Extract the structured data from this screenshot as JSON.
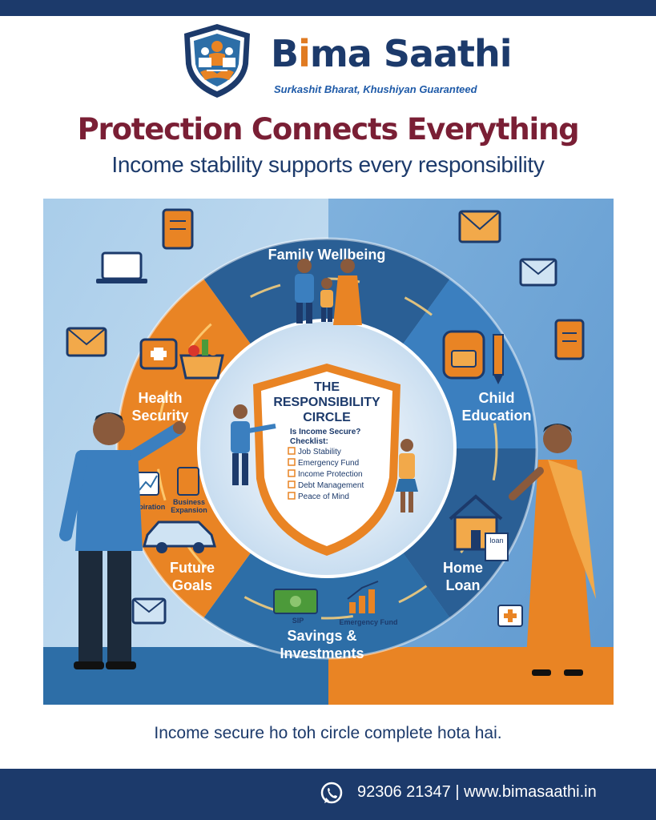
{
  "brand": {
    "name_part1": "B",
    "name_part2": "i",
    "name_part3": "ma Saathi",
    "tagline": "Surkashit Bharat, Khushiyan Guaranteed"
  },
  "header": {
    "title": "Protection Connects Everything",
    "subtitle": "Income stability supports every responsibility"
  },
  "circle": {
    "segments": {
      "family": "Family Wellbeing",
      "health_1": "Health",
      "health_2": "Security",
      "child_1": "Child",
      "child_2": "Education",
      "home_1": "Home",
      "home_2": "Loan",
      "future_1": "Future",
      "future_2": "Goals",
      "savings_1": "Savings &",
      "savings_2": "Investments"
    },
    "small_labels": {
      "aspiration": "Aspiration",
      "business_1": "Business",
      "business_2": "Expansion",
      "sip": "SIP",
      "emergency": "Emergency Fund",
      "loan": "loan"
    },
    "shield": {
      "title_1": "THE",
      "title_2": "RESPONSIBILITY",
      "title_3": "CIRCLE",
      "question": "Is Income Secure?",
      "checklist_title": "Checklist:",
      "checklist": [
        "Job Stability",
        "Emergency Fund",
        "Income Protection",
        "Debt Management",
        "Peace of Mind"
      ]
    }
  },
  "colors": {
    "navy": "#1c3a6b",
    "orange": "#e98424",
    "maroon": "#7a1f35",
    "blue": "#2d6ea7"
  },
  "caption": "Income secure ho toh circle complete hota hai.",
  "footer": {
    "contact": "92306 21347 | www.bimasaathi.in"
  }
}
